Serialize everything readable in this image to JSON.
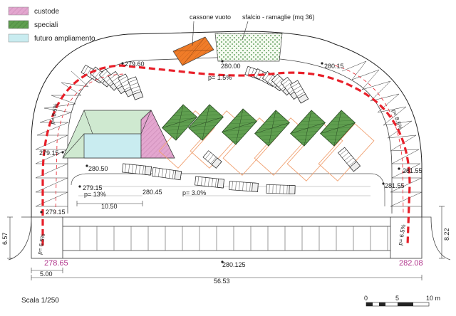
{
  "legend": {
    "items": [
      {
        "label": "custode",
        "color": "#e3a6cf"
      },
      {
        "label": "speciali",
        "color": "#5f9e4f"
      },
      {
        "label": "futuro ampliamento",
        "color": "#c9ecf0"
      }
    ]
  },
  "labels": {
    "cassone": "cassone vuoto",
    "sfalcio": "sfalcio - ramaglie (mq 36)"
  },
  "elevations": {
    "e1": "279.60",
    "e2": "280.00",
    "e3": "280.15",
    "e4": "279.15",
    "e5": "280.50",
    "e6": "279.15",
    "e7": "280.45",
    "e8": "279.15",
    "e9": "281.55",
    "e10": "281.55",
    "e11": "280.125",
    "e12": "278.65",
    "e13": "282.08"
  },
  "slopes": {
    "s1": "p= 1.5%",
    "s2": "p= 8.5%",
    "s3": "p= 8.5%",
    "s4": "p= 13%",
    "s5": "p= 3.0%",
    "s6": "p= 6.5%",
    "s7": "p= 6.5%"
  },
  "dimensions": {
    "d1": "10.50",
    "d2": "5.00",
    "d3": "56.53",
    "d4": "6.57",
    "d5": "8.22"
  },
  "scale": {
    "text": "Scala 1/250",
    "t0": "0",
    "t5": "5",
    "t10": "10 m"
  },
  "colors": {
    "route": "#e8202a",
    "orange": "#f07c28",
    "magenta_text": "#b0328a",
    "green": "#5f9e4f",
    "pink": "#e3a6cf",
    "cyan": "#c9ecf0"
  }
}
